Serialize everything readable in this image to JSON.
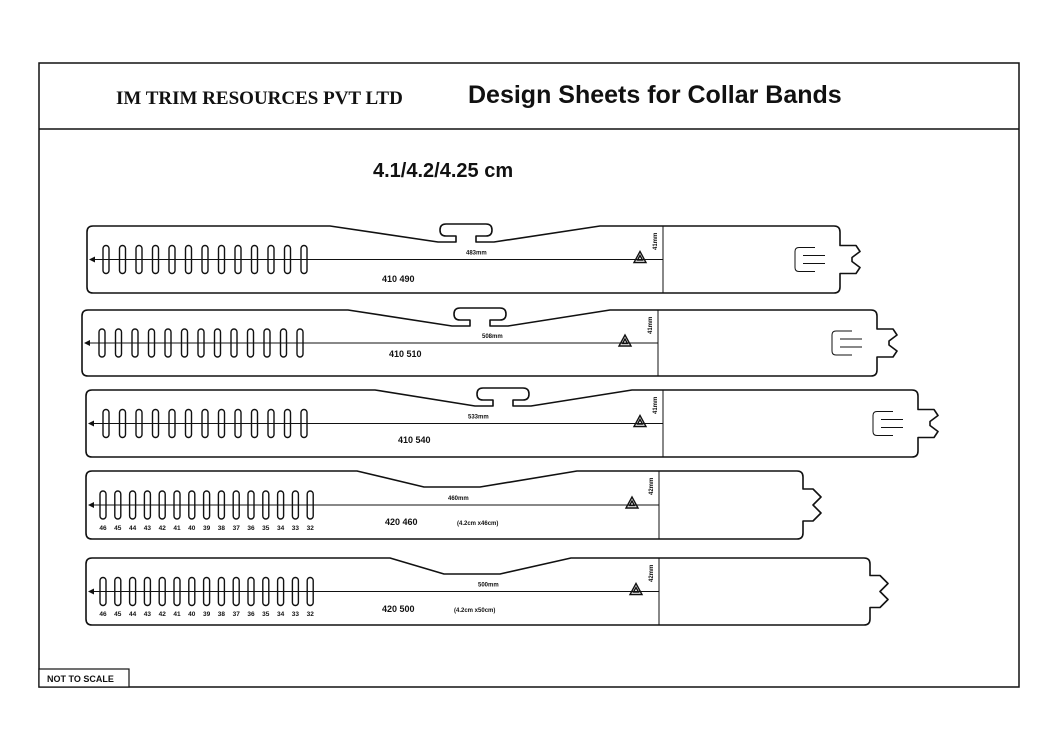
{
  "header": {
    "company": "IM TRIM RESOURCES PVT LTD",
    "title": "Design Sheets for Collar Bands"
  },
  "subtitle": "4.1/4.2/4.25 cm",
  "note": "NOT TO SCALE",
  "colors": {
    "line": "#111111",
    "background": "#ffffff"
  },
  "bands": [
    {
      "code": "410 490",
      "length_label": "483mm",
      "width_label": "41mm",
      "size_note": "",
      "slot_count": 13,
      "slot_numbers": [],
      "tab_style": "t-tab",
      "end_style": "hook",
      "icon": "recycle-icon"
    },
    {
      "code": "410 510",
      "length_label": "508mm",
      "width_label": "41mm",
      "size_note": "",
      "slot_count": 13,
      "slot_numbers": [],
      "tab_style": "t-tab",
      "end_style": "hook",
      "icon": "recycle-icon"
    },
    {
      "code": "410 540",
      "length_label": "533mm",
      "width_label": "41mm",
      "size_note": "",
      "slot_count": 13,
      "slot_numbers": [],
      "tab_style": "t-tab",
      "end_style": "hook",
      "icon": "recycle-icon"
    },
    {
      "code": "420 460",
      "length_label": "460mm",
      "width_label": "42mm",
      "size_note": "(4.2cm x46cm)",
      "slot_count": 15,
      "slot_numbers": [
        "46",
        "45",
        "44",
        "43",
        "42",
        "41",
        "40",
        "39",
        "38",
        "37",
        "36",
        "35",
        "34",
        "33",
        "32"
      ],
      "tab_style": "notch",
      "end_style": "notch",
      "icon": "recycle-icon"
    },
    {
      "code": "420 500",
      "length_label": "500mm",
      "width_label": "42mm",
      "size_note": "(4.2cm x50cm)",
      "slot_count": 15,
      "slot_numbers": [
        "46",
        "45",
        "44",
        "43",
        "42",
        "41",
        "40",
        "39",
        "38",
        "37",
        "36",
        "35",
        "34",
        "33",
        "32"
      ],
      "tab_style": "notch",
      "end_style": "notch",
      "icon": "recycle-icon"
    }
  ]
}
